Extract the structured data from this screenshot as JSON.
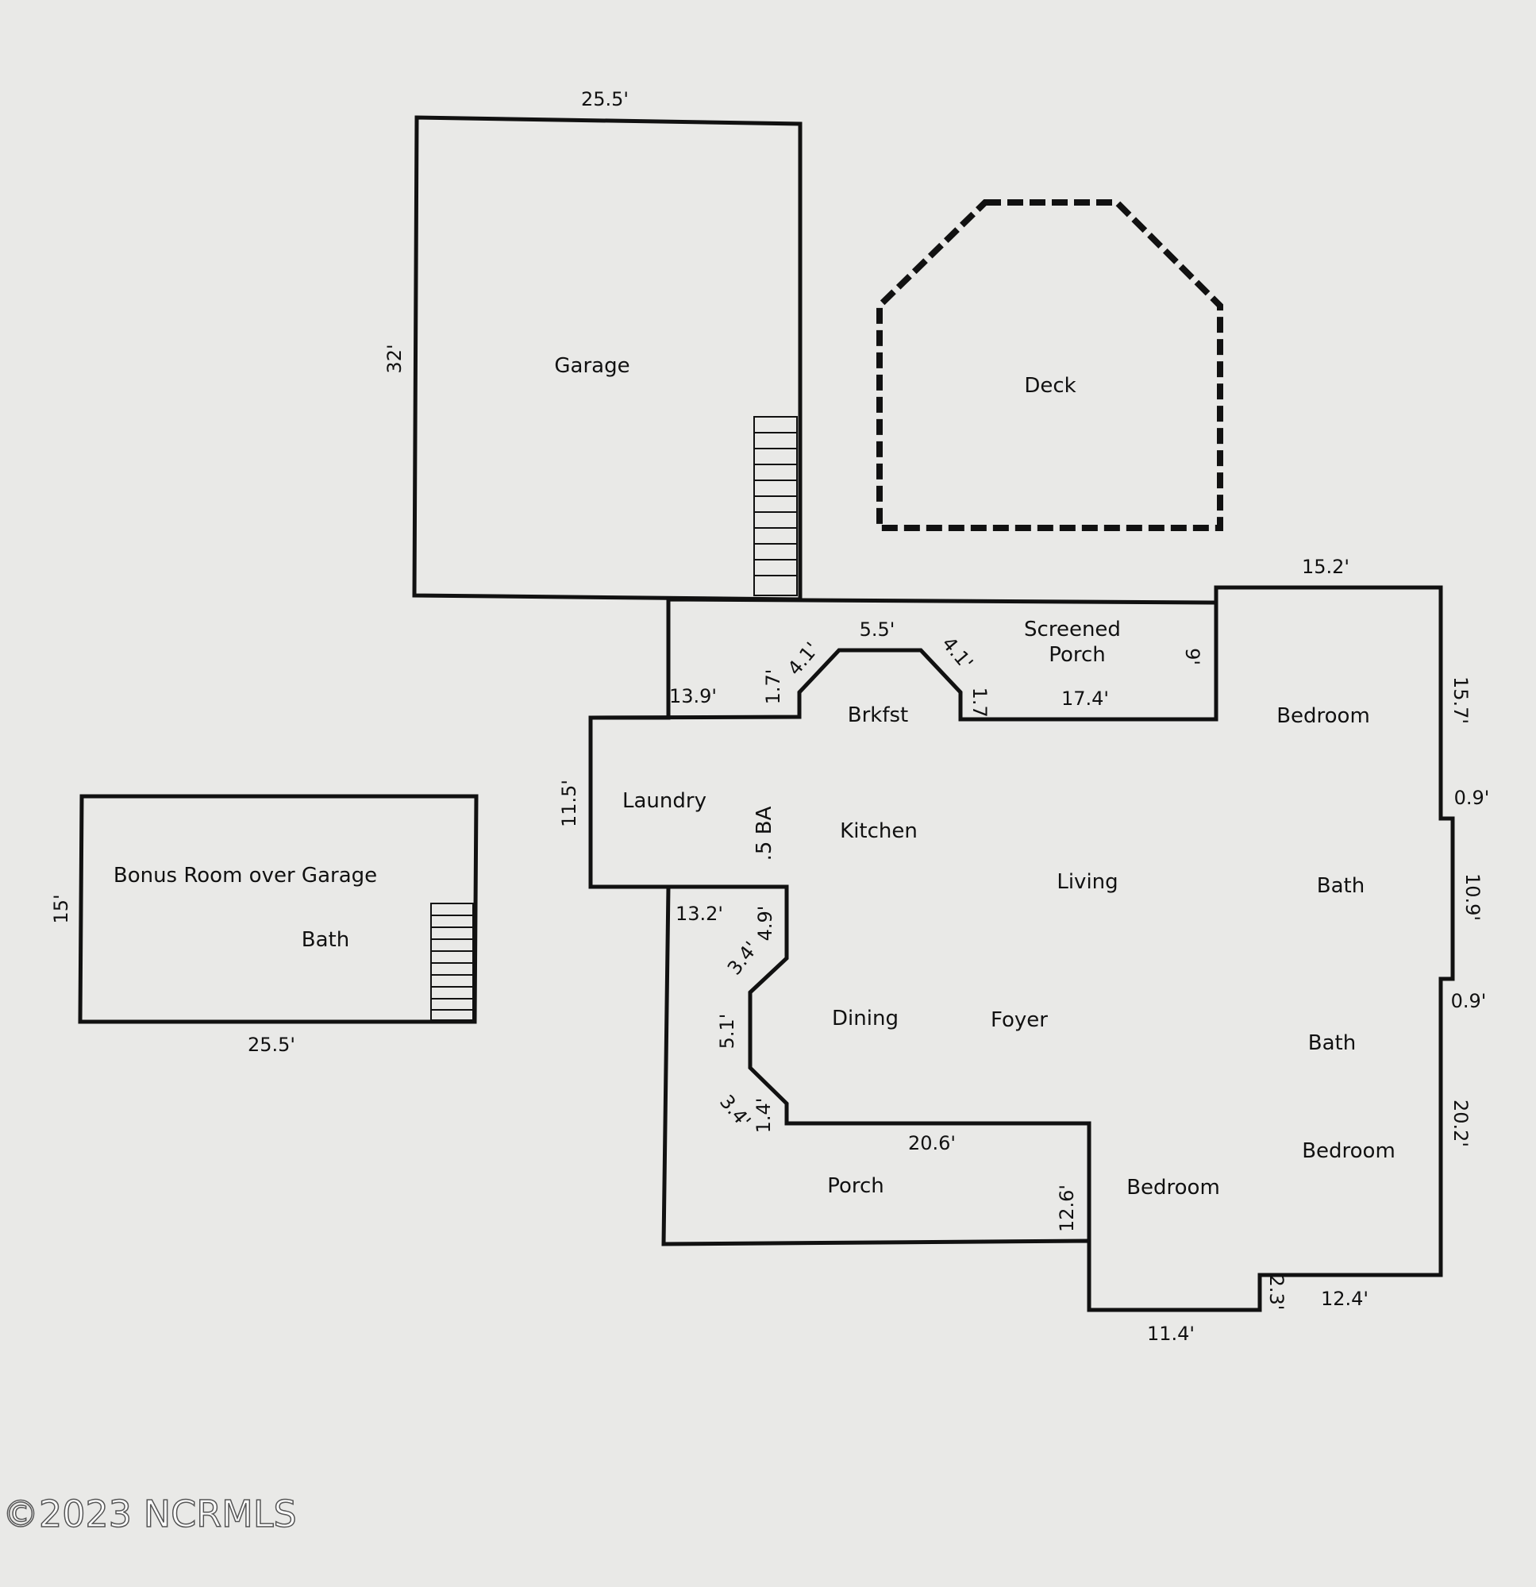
{
  "rooms": {
    "garage": "Garage",
    "deck": "Deck",
    "screened_porch_1": "Screened",
    "screened_porch_2": "Porch",
    "brkfst": "Brkfst",
    "bedroom_ne": "Bedroom",
    "laundry": "Laundry",
    "half_bath": ".5 BA",
    "kitchen": "Kitchen",
    "living": "Living",
    "bath_1": "Bath",
    "dining": "Dining",
    "foyer": "Foyer",
    "bath_2": "Bath",
    "bedroom_se": "Bedroom",
    "porch": "Porch",
    "bedroom_s": "Bedroom",
    "bonus_room": "Bonus Room over Garage",
    "bonus_bath": "Bath"
  },
  "dimensions": {
    "garage_top": "25.5'",
    "garage_side": "32'",
    "screened_right": "15.2'",
    "brkfst_top": "5.5'",
    "brkfst_left_diag": "4.1'",
    "brkfst_right_diag": "4.1'",
    "brkfst_left_short": "1.7'",
    "brkfst_right_short": "1.7'",
    "porch_depth": "9'",
    "porch_bottom": "17.4'",
    "laundry_top": "13.9'",
    "east_upper": "15.7'",
    "east_jog_1": "0.9'",
    "east_mid": "10.9'",
    "east_jog_2": "0.9'",
    "east_lower": "20.2'",
    "laundry_side": "11.5'",
    "dining_top": "13.2'",
    "dining_diag_a": "4.9'",
    "dining_diag_b": "3.4'",
    "dining_wall": "5.1'",
    "dining_diag_c": "3.4'",
    "dining_short": "1.4'",
    "porch_top": "20.6'",
    "porch_side": "12.6'",
    "bedroom_bottom": "11.4'",
    "bedroom_jog": "2.3'",
    "bedroom_se_bottom": "12.4'",
    "bonus_top_side": "15'",
    "bonus_bottom": "25.5'"
  },
  "watermark": "©2023 NCRMLS"
}
